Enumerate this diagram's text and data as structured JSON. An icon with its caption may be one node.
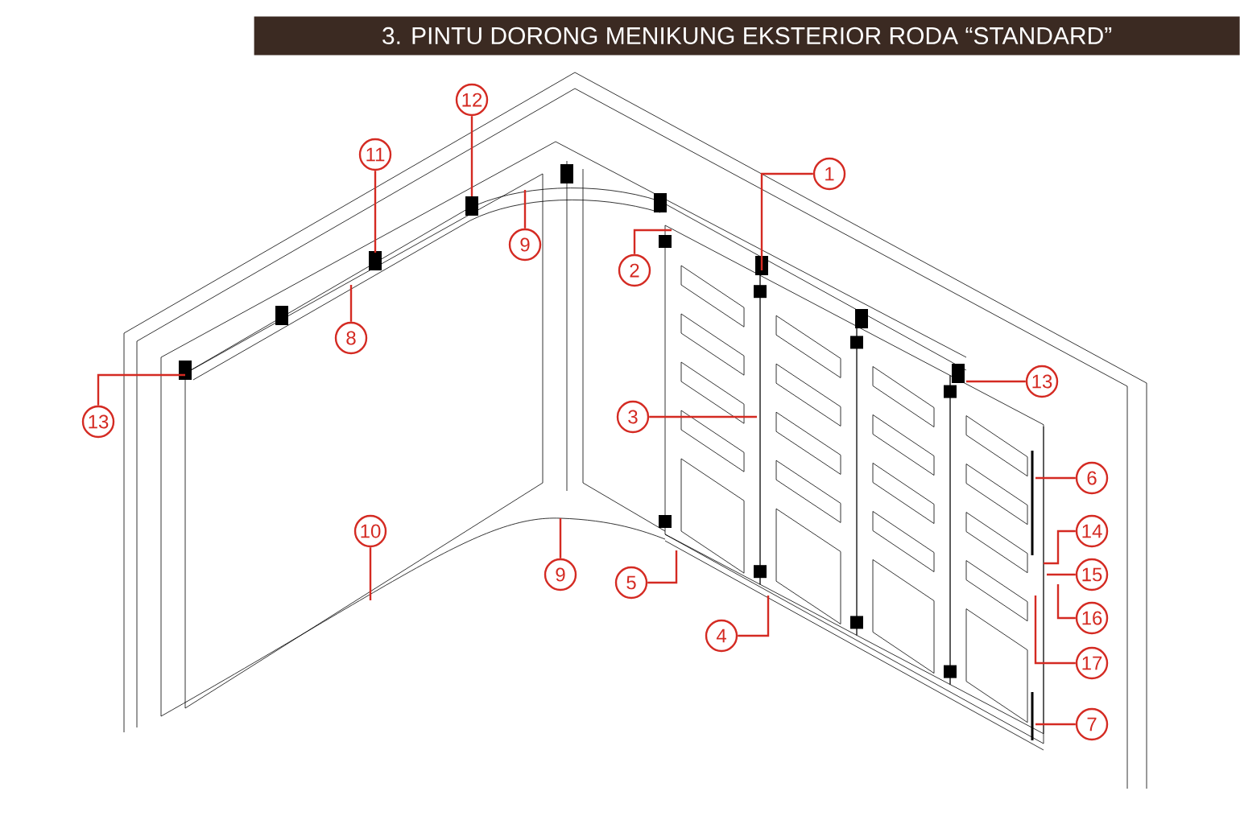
{
  "diagram": {
    "title": "3. PINTU DORONG MENIKUNG EKSTERIOR RODA “STANDARD”",
    "nodes": [
      {
        "text": [
          "1"
        ]
      },
      {
        "text": [
          "2"
        ]
      },
      {
        "text": [
          "3"
        ]
      },
      {
        "text": [
          "4"
        ]
      },
      {
        "text": [
          "5"
        ]
      },
      {
        "text": [
          "6"
        ]
      },
      {
        "text": [
          "7"
        ]
      },
      {
        "text": [
          "8"
        ]
      },
      {
        "text": [
          "9"
        ]
      },
      {
        "text": [
          "9"
        ]
      },
      {
        "text": [
          "10"
        ]
      },
      {
        "text": [
          "11"
        ]
      },
      {
        "text": [
          "12"
        ]
      },
      {
        "text": [
          "13"
        ]
      },
      {
        "text": [
          "13"
        ]
      },
      {
        "text": [
          "14"
        ]
      },
      {
        "text": [
          "15"
        ]
      },
      {
        "text": [
          "16"
        ]
      },
      {
        "text": [
          "17"
        ]
      }
    ],
    "edges": [
      {
        "from": 0,
        "to": null,
        "arrow": "none"
      },
      {
        "from": 1,
        "to": null,
        "arrow": "none"
      },
      {
        "from": 2,
        "to": null,
        "arrow": "none"
      },
      {
        "from": 3,
        "to": null,
        "arrow": "none"
      },
      {
        "from": 4,
        "to": null,
        "arrow": "none"
      },
      {
        "from": 5,
        "to": null,
        "arrow": "none"
      },
      {
        "from": 6,
        "to": null,
        "arrow": "none"
      },
      {
        "from": 7,
        "to": null,
        "arrow": "none"
      },
      {
        "from": 8,
        "to": null,
        "arrow": "none"
      },
      {
        "from": 9,
        "to": null,
        "arrow": "none"
      },
      {
        "from": 10,
        "to": null,
        "arrow": "none"
      },
      {
        "from": 11,
        "to": null,
        "arrow": "none"
      },
      {
        "from": 12,
        "to": null,
        "arrow": "none"
      },
      {
        "from": 13,
        "to": null,
        "arrow": "none"
      },
      {
        "from": 14,
        "to": null,
        "arrow": "none"
      },
      {
        "from": 15,
        "to": null,
        "arrow": "none"
      },
      {
        "from": 16,
        "to": null,
        "arrow": "none"
      },
      {
        "from": 17,
        "to": null,
        "arrow": "none"
      },
      {
        "from": 18,
        "to": null,
        "arrow": "none"
      }
    ]
  }
}
